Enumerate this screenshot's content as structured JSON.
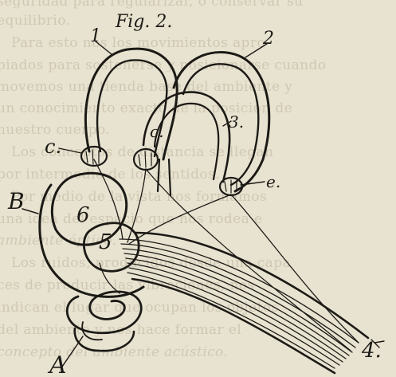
{
  "figure": {
    "title": "Fig. 2.",
    "labels": {
      "l1": "1",
      "l2": "2",
      "l3": "3.",
      "l4": "4.",
      "c_upper": "c.",
      "c_left": "c.",
      "c_right": "e.",
      "B": "B",
      "n5": "5",
      "n6": "6",
      "A": "A"
    }
  },
  "background_text": {
    "lines": [
      "seguridad para regularizar, o conservar su",
      "equilibrio.",
      "Para esto nos los movimientos apro",
      "piados para sostenerse y posicionarse cuando",
      "movemos una tienda base del ambiente y",
      "un conocimiento exacto de la posición de",
      "nuestro cuerpo.",
      "Los conceptos de distancia se llegan",
      "por intermedio de los sentidos.",
      "Por medio de la vista nos formamos",
      "una idea del espacio que nos rodea e",
      "ambiente óptico.",
      "Los ruidos, producidos desde una capa",
      "ces de producir las vibraciones, nos",
      "indican el lugar que ocupan los objetos",
      "del ambiente y nos hace formar el",
      "concepto del ambiente acústico."
    ]
  }
}
